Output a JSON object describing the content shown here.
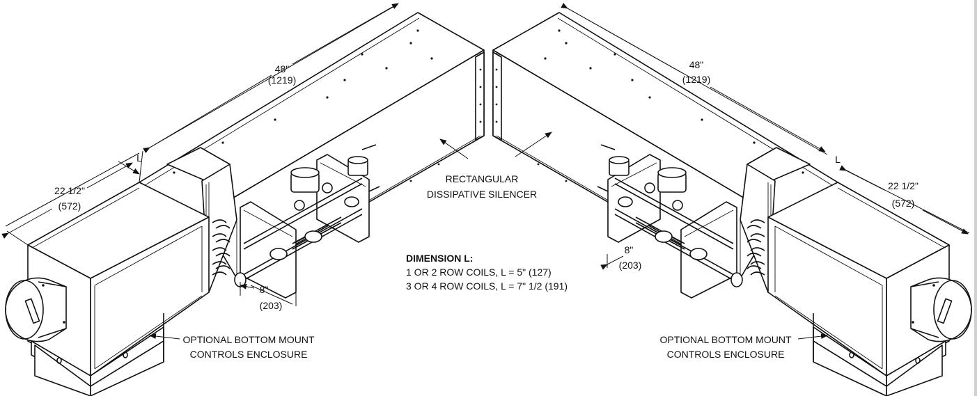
{
  "labels": {
    "left_length": "48\"",
    "left_length_mm": "(1219)",
    "left_width": "22 1/2\"",
    "left_width_mm": "(572)",
    "left_l": "L",
    "left_eight": "8\"",
    "left_eight_mm": "(203)",
    "right_length": "48\"",
    "right_length_mm": "(1219)",
    "right_width": "22 1/2\"",
    "right_width_mm": "(572)",
    "right_l": "L",
    "right_eight": "8\"",
    "right_eight_mm": "(203)",
    "silencer_line1": "RECTANGULAR",
    "silencer_line2": "DISSIPATIVE SILENCER",
    "dimension_title": "DIMENSION L:",
    "dimension_row1": "1 OR 2 ROW COILS, L = 5\" (127)",
    "dimension_row2": "3 OR 4 ROW COILS, L = 7\" 1/2 (191)",
    "left_enclosure_line1": "OPTIONAL BOTTOM MOUNT",
    "left_enclosure_line2": "CONTROLS ENCLOSURE",
    "right_enclosure_line1": "OPTIONAL BOTTOM MOUNT",
    "right_enclosure_line2": "CONTROLS ENCLOSURE"
  }
}
